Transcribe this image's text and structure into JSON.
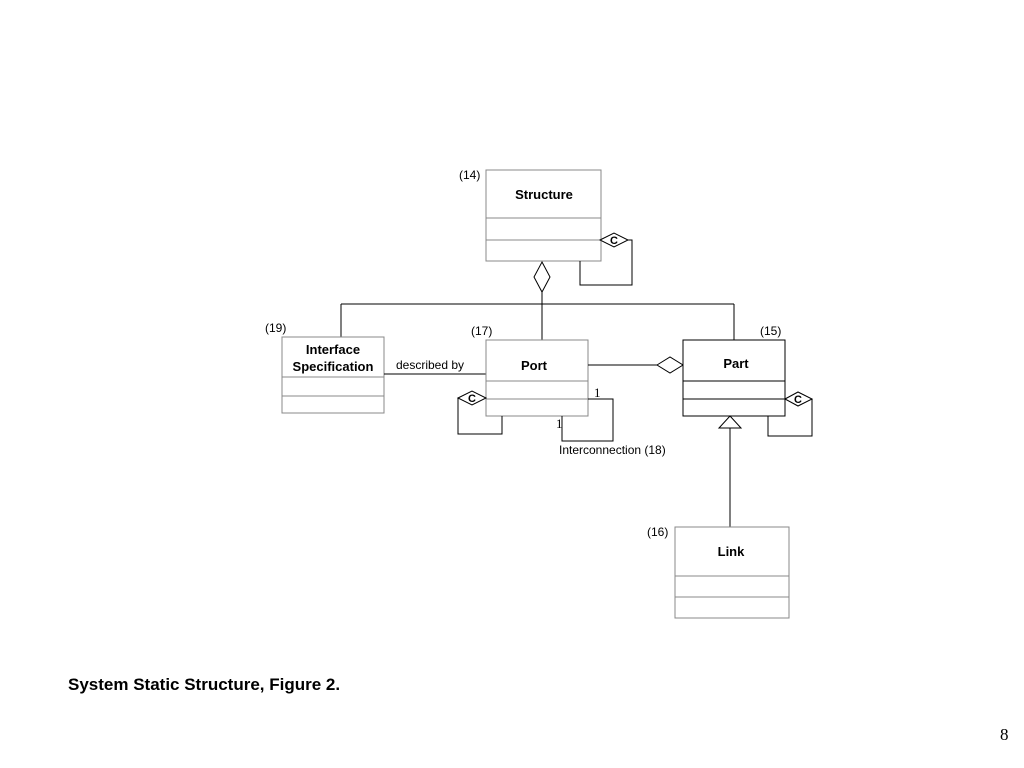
{
  "diagram": {
    "classes": {
      "structure": {
        "name": "Structure",
        "number": "(14)"
      },
      "interface_spec": {
        "name_line1": "Interface",
        "name_line2": "Specification",
        "number": "(19)"
      },
      "port": {
        "name": "Port",
        "number": "(17)"
      },
      "part": {
        "name": "Part",
        "number": "(15)"
      },
      "link": {
        "name": "Link",
        "number": "(16)"
      }
    },
    "constraint_marker": "C",
    "associations": {
      "described_by": "described by",
      "interconnection": "Interconnection (18)",
      "interconnection_mult_top": "1",
      "interconnection_mult_bottom": "1"
    }
  },
  "caption": "System Static Structure, Figure 2.",
  "page_number": "8"
}
